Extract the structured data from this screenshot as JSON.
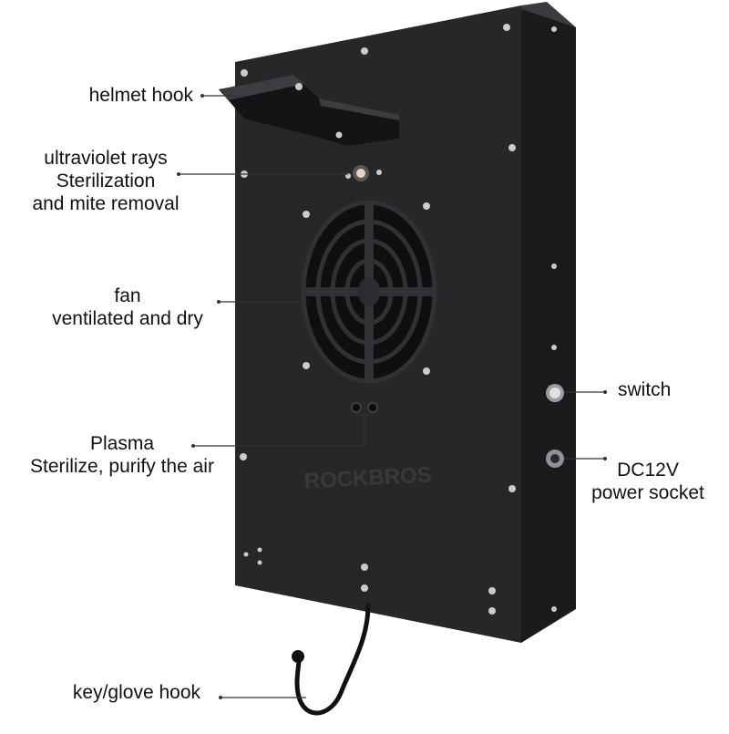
{
  "product": {
    "brand_mark": "ROCKBROS",
    "panel_color": "#262729",
    "edge_color": "#1a1b1d",
    "hardware_color": "#c9cccf"
  },
  "callouts": {
    "helmet_hook": {
      "lines": [
        "helmet hook"
      ]
    },
    "uv": {
      "lines": [
        "ultraviolet rays",
        "Sterilization",
        "and mite removal"
      ]
    },
    "fan": {
      "lines": [
        "fan",
        "ventilated and dry"
      ]
    },
    "plasma": {
      "lines": [
        "Plasma",
        "Sterilize, purify the air"
      ]
    },
    "switch": {
      "lines": [
        "switch"
      ]
    },
    "dc_socket": {
      "lines": [
        "DC12V",
        "power socket"
      ]
    },
    "key_hook": {
      "lines": [
        "key/glove hook"
      ]
    }
  },
  "colors": {
    "leader_line": "#333333",
    "label_text": "#111111"
  }
}
